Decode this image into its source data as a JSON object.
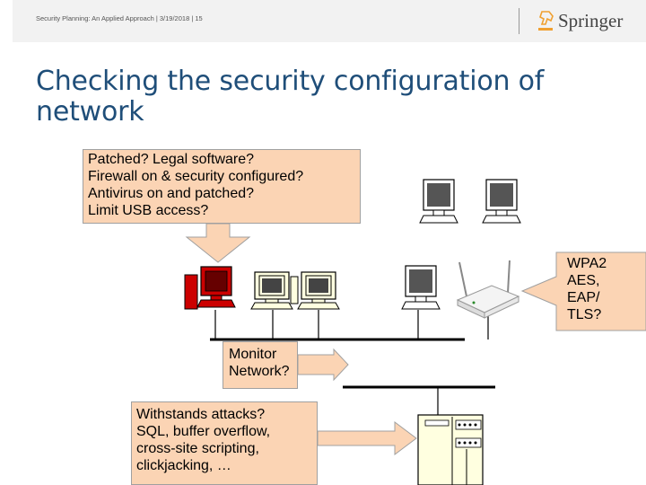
{
  "header": {
    "citation": "Security Planning: An Applied Approach | 3/19/2018 | 15",
    "logo_text": "Springer"
  },
  "title": "Checking the security configuration of network",
  "callouts": {
    "patched": "Patched? Legal software?\nFirewall on & security configured?\nAntivirus on and patched?\nLimit USB access?",
    "monitor": "Monitor\nNetwork?",
    "attacks": "Withstands attacks?\nSQL, buffer overflow,\ncross-site scripting,\nclickjacking, …",
    "wpa": "WPA2\nAES,\nEAP/\nTLS?"
  },
  "colors": {
    "title": "#1f4e79",
    "callout_fill": "#fbd4b4",
    "highlight_pc": "#cc0000",
    "pc_body": "#ffffe0"
  }
}
